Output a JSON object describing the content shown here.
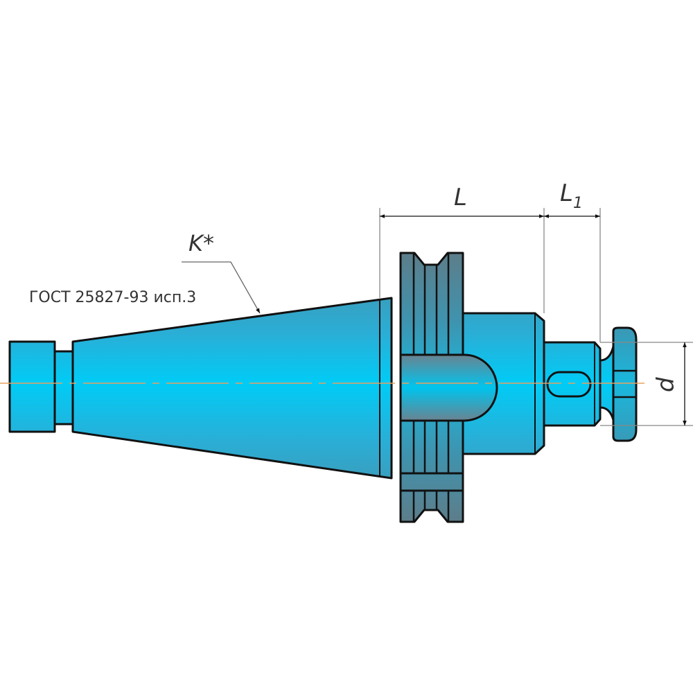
{
  "labels": {
    "standard": "ГОСТ 25827-93 исп.3",
    "taper": "K*",
    "length": "L",
    "length1": "L",
    "length1_sub": "1",
    "diameter": "d"
  },
  "colors": {
    "body_center": "#00c8f4",
    "body_edge": "#4a8ea4",
    "flange_gray": "#5f7f8c",
    "outline": "#111111",
    "centerline": "#e8a060",
    "dimension": "#888888"
  }
}
